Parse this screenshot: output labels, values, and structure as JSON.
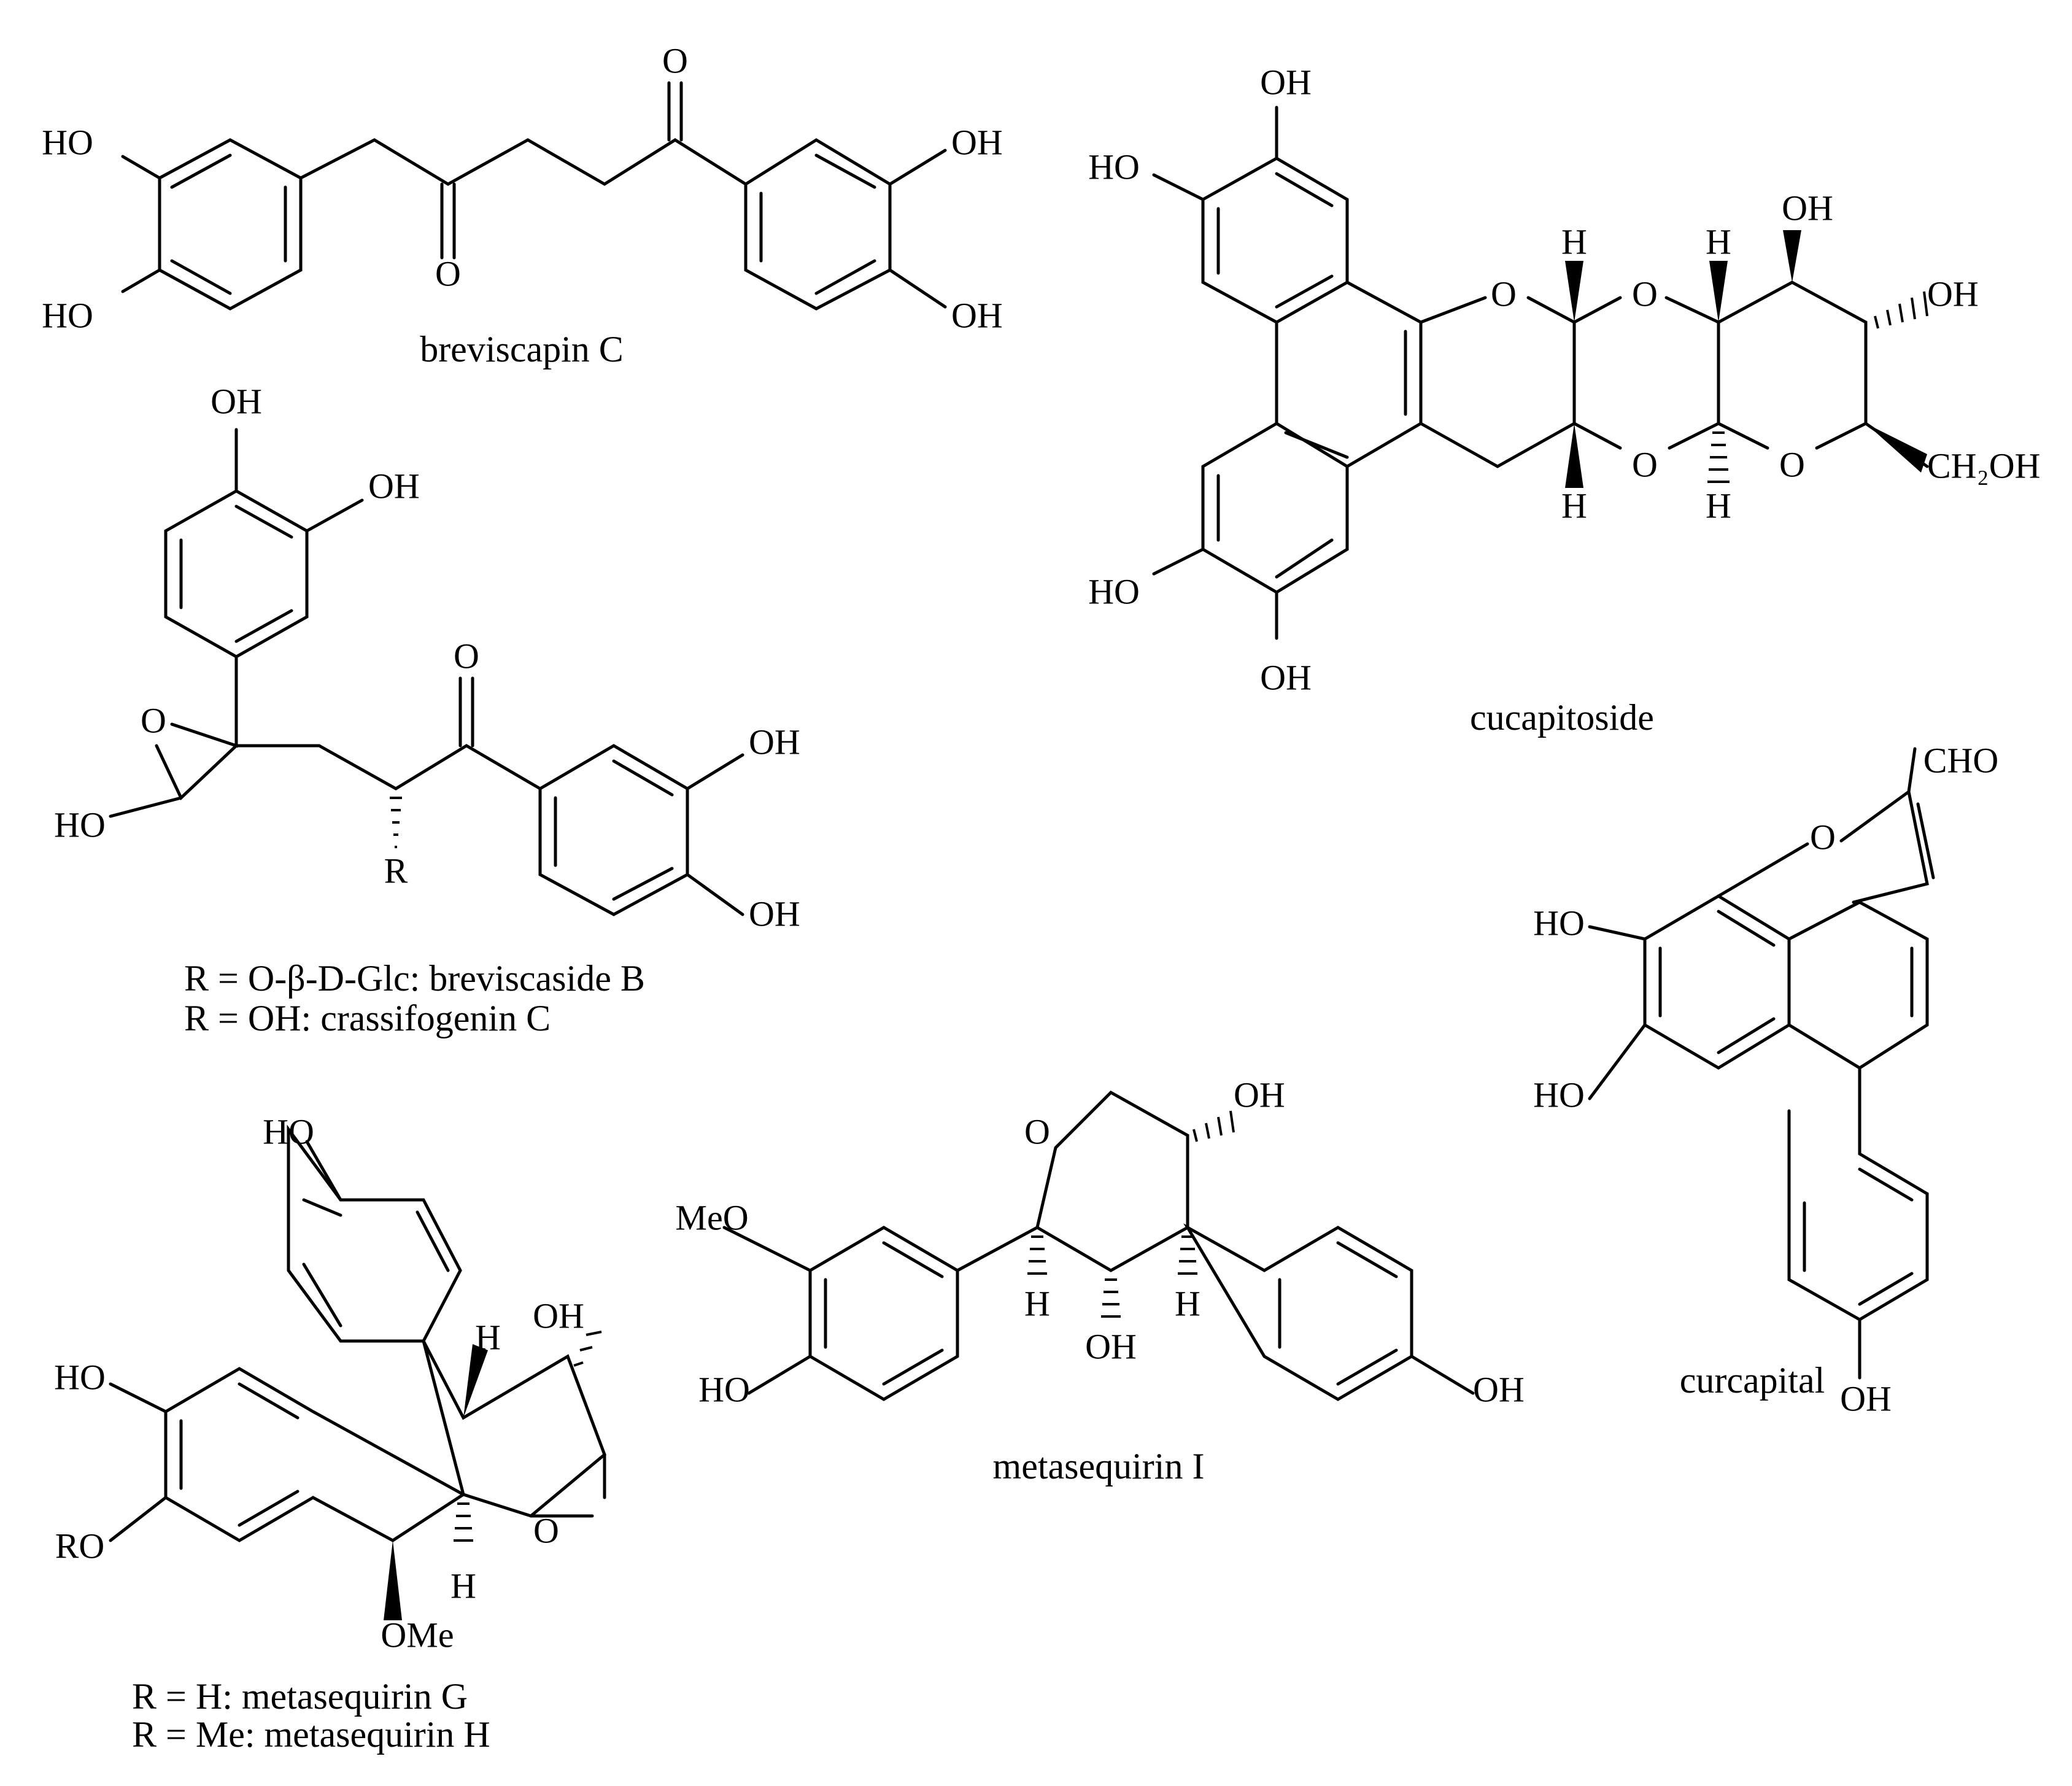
{
  "compounds": {
    "breviscapin_c": {
      "name": "breviscapin C",
      "atoms": {
        "oh_tl": "HO",
        "oh_bl": "HO",
        "o_top": "O",
        "o_mid": "O",
        "oh_tr": "OH",
        "oh_br": "OH"
      }
    },
    "cucapitoside": {
      "name": "cucapitoside",
      "atoms": {
        "oh_top": "OH",
        "ho_upper": "HO",
        "o_ring1": "O",
        "o_ring2": "O",
        "o_ring3": "O",
        "o_ring4": "O",
        "h_a": "H",
        "h_b": "H",
        "h_c": "H",
        "h_d": "H",
        "oh_sugar_top": "OH",
        "oh_sugar_right": "OH",
        "ch2oh": "CH₂OH",
        "ho_lower": "HO",
        "oh_bottom": "OH"
      }
    },
    "breviscaside": {
      "atoms": {
        "oh_top": "OH",
        "oh_top2": "OH",
        "o_epox": "O",
        "ho_epox": "HO",
        "o_keto": "O",
        "r": "R",
        "oh_r1": "OH",
        "oh_r2": "OH"
      },
      "captions": [
        "R = O-β-D-Glc: breviscaside B",
        "R = OH: crassifogenin C"
      ]
    },
    "curcapital": {
      "name": "curcapital",
      "atoms": {
        "cho": "CHO",
        "o_furan": "O",
        "ho_1": "HO",
        "ho_2": "HO",
        "oh_bottom": "OH"
      }
    },
    "metasequirin_gh": {
      "atoms": {
        "ho_top": "HO",
        "oh_ring": "OH",
        "h_top": "H",
        "ho_left": "HO",
        "ro": "RO",
        "o_ring": "O",
        "h_bottom": "H",
        "ome": "OMe"
      },
      "captions": [
        "R = H: metasequirin G",
        "R = Me: metasequirin H"
      ]
    },
    "metasequirin_i": {
      "name": "metasequirin I",
      "atoms": {
        "meo": "MeO",
        "o_ring": "O",
        "oh_top": "OH",
        "ho_left": "HO",
        "h_1": "H",
        "oh_mid": "OH",
        "h_2": "H",
        "oh_right": "OH"
      }
    }
  }
}
